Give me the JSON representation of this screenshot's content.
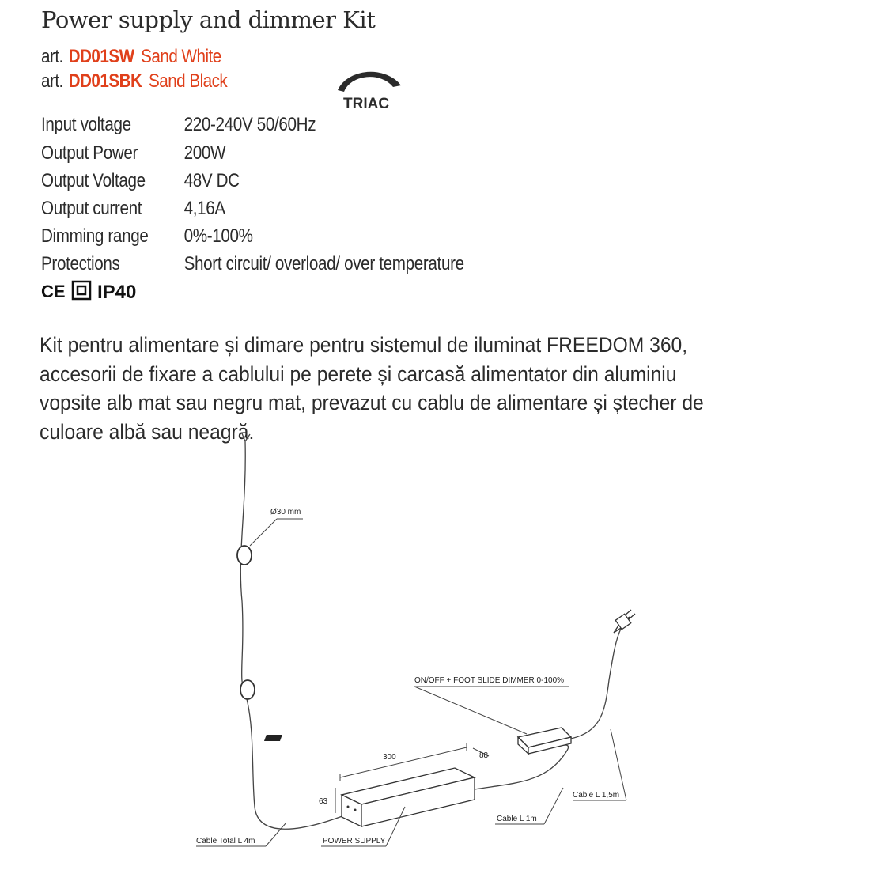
{
  "title": "Power supply and dimmer Kit",
  "articles": [
    {
      "prefix": "art.",
      "code": "DD01SW",
      "color": "Sand White"
    },
    {
      "prefix": "art.",
      "code": "DD01SBK",
      "color": "Sand Black"
    }
  ],
  "logo": {
    "text": "TRIAC"
  },
  "specs": [
    {
      "label": "Input voltage",
      "value": "220-240V 50/60Hz"
    },
    {
      "label": "Output Power",
      "value": "200W"
    },
    {
      "label": "Output Voltage",
      "value": "48V DC"
    },
    {
      "label": "Output current",
      "value": "4,16A"
    },
    {
      "label": "Dimming range",
      "value": "0%-100%"
    },
    {
      "label": "Protections",
      "value": "Short circuit/ overload/ over temperature"
    }
  ],
  "certifications": {
    "ce": "CE",
    "ip": "IP40"
  },
  "description": "Kit pentru alimentare și dimare pentru sistemul de iluminat FREEDOM 360, accesorii de fixare a cablului pe perete și carcasă alimentator din aluminiu vopsite alb mat sau negru mat, prevazut cu cablu de alimentare și ștecher de culoare albă sau neagră.",
  "diagram": {
    "diameter_label": "Ø30 mm",
    "dimmer_label": "ON/OFF + FOOT SLIDE DIMMER 0-100%",
    "dim_length": "300",
    "dim_width": "88",
    "dim_height": "63",
    "cable_total": "Cable Total L 4m",
    "power_supply": "POWER SUPPLY",
    "cable_1m": "Cable L 1m",
    "cable_15m": "Cable L 1,5m"
  }
}
